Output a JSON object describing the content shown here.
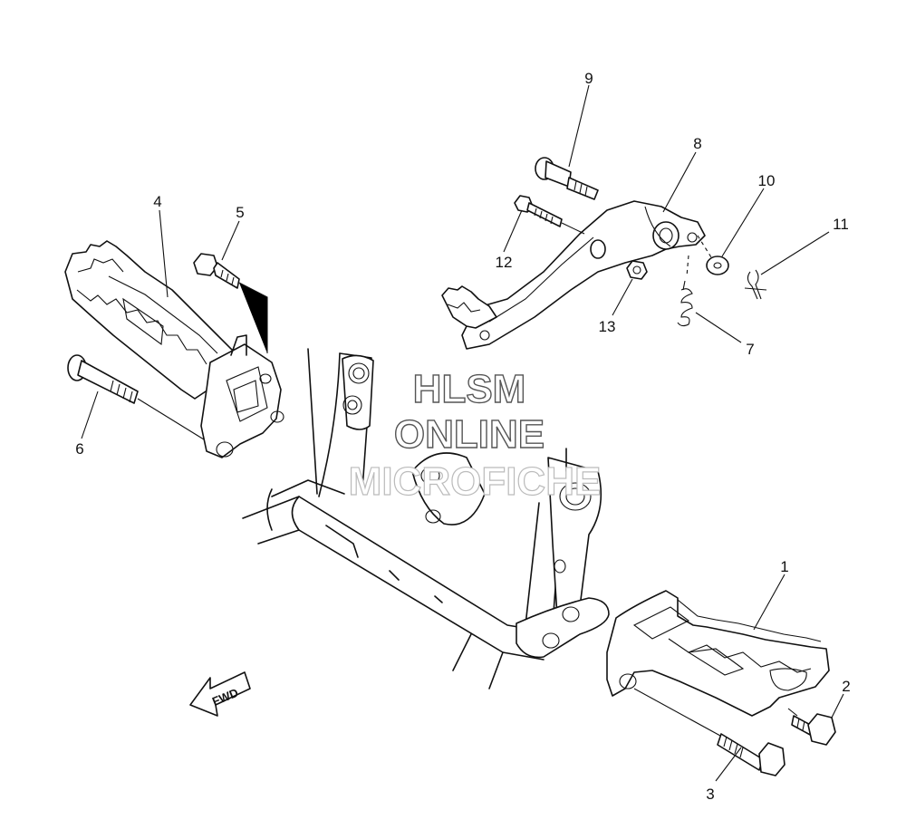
{
  "callouts": [
    {
      "id": "1",
      "label": "1"
    },
    {
      "id": "2",
      "label": "2"
    },
    {
      "id": "3",
      "label": "3"
    },
    {
      "id": "4",
      "label": "4"
    },
    {
      "id": "5",
      "label": "5"
    },
    {
      "id": "6",
      "label": "6"
    },
    {
      "id": "7",
      "label": "7"
    },
    {
      "id": "8",
      "label": "8"
    },
    {
      "id": "9",
      "label": "9"
    },
    {
      "id": "10",
      "label": "10"
    },
    {
      "id": "11",
      "label": "11"
    },
    {
      "id": "12",
      "label": "12"
    },
    {
      "id": "13",
      "label": "13"
    }
  ],
  "watermark": {
    "line1": "HLSM",
    "line2": "ONLINE",
    "line3": "MICROFICHE"
  },
  "fwd_label": "FWD"
}
